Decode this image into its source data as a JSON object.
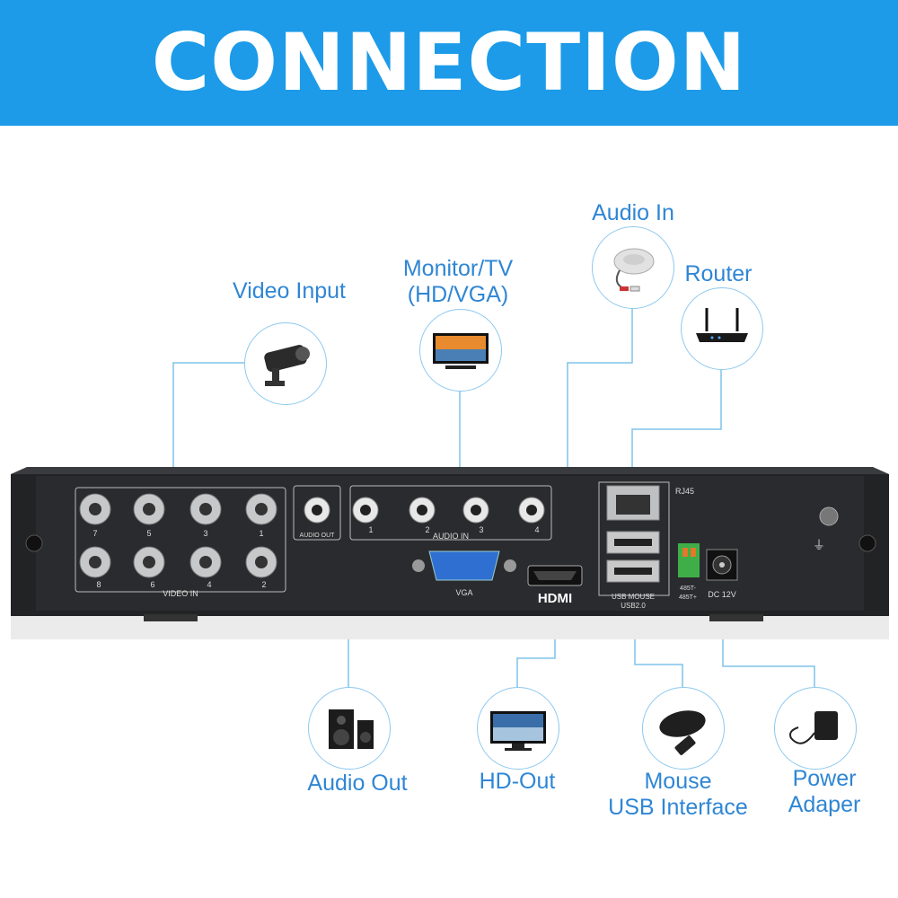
{
  "title": "CONNECTION",
  "labels": {
    "video_input": "Video Input",
    "monitor": [
      "Monitor/TV",
      "(HD/VGA)"
    ],
    "audio_in": "Audio In",
    "router": "Router",
    "audio_out": "Audio Out",
    "hd_out": "HD-Out",
    "mouse": [
      "Mouse",
      "USB Interface"
    ],
    "power": [
      "Power",
      "Adaper"
    ]
  },
  "panel": {
    "video_in": "VIDEO IN",
    "audio_out": "AUDIO OUT",
    "audio_in": "AUDIO IN",
    "vga": "VGA",
    "hdmi": "HDMI",
    "rj45": "RJ45",
    "usb_mouse": "USB MOUSE",
    "usb2": "USB2.0",
    "rs485": [
      "485T-",
      "485T+"
    ],
    "dc": "DC 12V",
    "bnc_top": [
      "7",
      "5",
      "3",
      "1"
    ],
    "bnc_bottom": [
      "8",
      "6",
      "4",
      "2"
    ],
    "audio_ch": [
      "1",
      "2",
      "3",
      "4"
    ]
  },
  "colors": {
    "banner": "#1d9be8",
    "label": "#2f86d4",
    "line": "#7fc3ea",
    "dvr_body": "#222325"
  }
}
